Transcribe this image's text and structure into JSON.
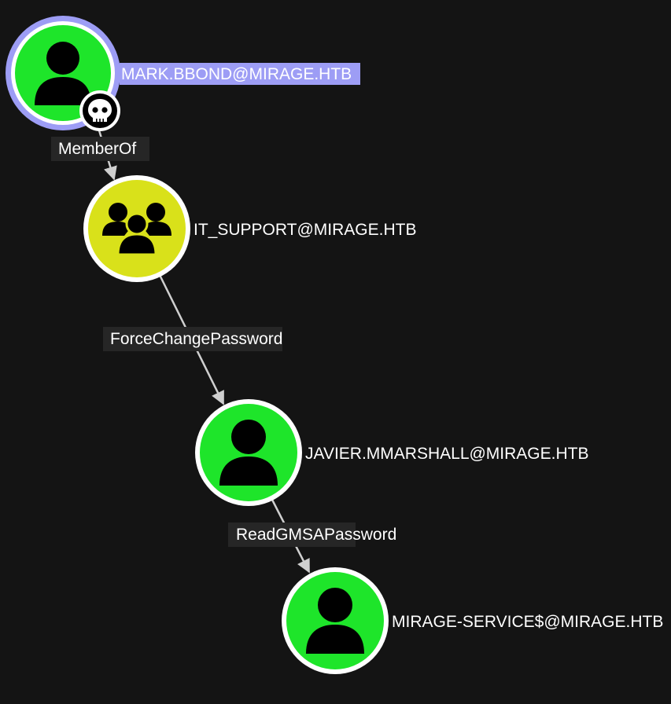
{
  "colors": {
    "background": "#141414",
    "user_node": "#1ee52a",
    "group_node": "#d9e11a",
    "node_ring": "#ffffff",
    "selected_ring": "#9d9df5",
    "selected_label_bg": "#9d9df5",
    "edge": "#cfcfcf",
    "edge_label_bg": "#262626",
    "icon": "#000000",
    "text": "#ffffff"
  },
  "nodes": [
    {
      "id": "mark",
      "label": "MARK.BBOND@MIRAGE.HTB",
      "kind": "user",
      "icon": "user-icon",
      "selected": true,
      "badge": "skull-icon"
    },
    {
      "id": "itsupport",
      "label": "IT_SUPPORT@MIRAGE.HTB",
      "kind": "group",
      "icon": "group-icon"
    },
    {
      "id": "javier",
      "label": "JAVIER.MMARSHALL@MIRAGE.HTB",
      "kind": "user",
      "icon": "user-icon"
    },
    {
      "id": "svc",
      "label": "MIRAGE-SERVICE$@MIRAGE.HTB",
      "kind": "user",
      "icon": "user-icon"
    }
  ],
  "edges": [
    {
      "from": "mark",
      "to": "itsupport",
      "label": "MemberOf"
    },
    {
      "from": "itsupport",
      "to": "javier",
      "label": "ForceChangePassword"
    },
    {
      "from": "javier",
      "to": "svc",
      "label": "ReadGMSAPassword"
    }
  ]
}
